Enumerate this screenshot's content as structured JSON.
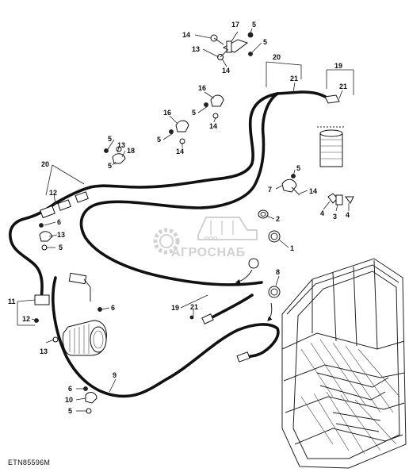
{
  "figure": {
    "code": "ETN85596M",
    "watermark": {
      "small": "ООО",
      "name": "АГРОСНАБ"
    }
  },
  "callouts": {
    "c17": "17",
    "c5a": "5",
    "c14a": "14",
    "c13a": "13",
    "c5b": "5",
    "c14b": "14",
    "c20a": "20",
    "c21a": "21",
    "c19a": "19",
    "c21b": "21",
    "c16a": "16",
    "c5c": "5",
    "c14c": "14",
    "c16b": "16",
    "c5d": "5",
    "c14d": "14",
    "c5e": "5",
    "c13b": "13",
    "c18": "18",
    "c5f": "5",
    "c20b": "20",
    "c12a": "12",
    "c5g": "5",
    "c7": "7",
    "c14e": "14",
    "c4a": "4",
    "c3": "3",
    "c4b": "4",
    "c2": "2",
    "c1": "1",
    "c6a": "6",
    "c13c": "13",
    "c5h": "5",
    "c8": "8",
    "c11": "11",
    "c12b": "12",
    "c13d": "13",
    "c6b": "6",
    "c19b": "19",
    "c21c": "21",
    "c9": "9",
    "c6c": "6",
    "c10": "10",
    "c5i": "5"
  }
}
